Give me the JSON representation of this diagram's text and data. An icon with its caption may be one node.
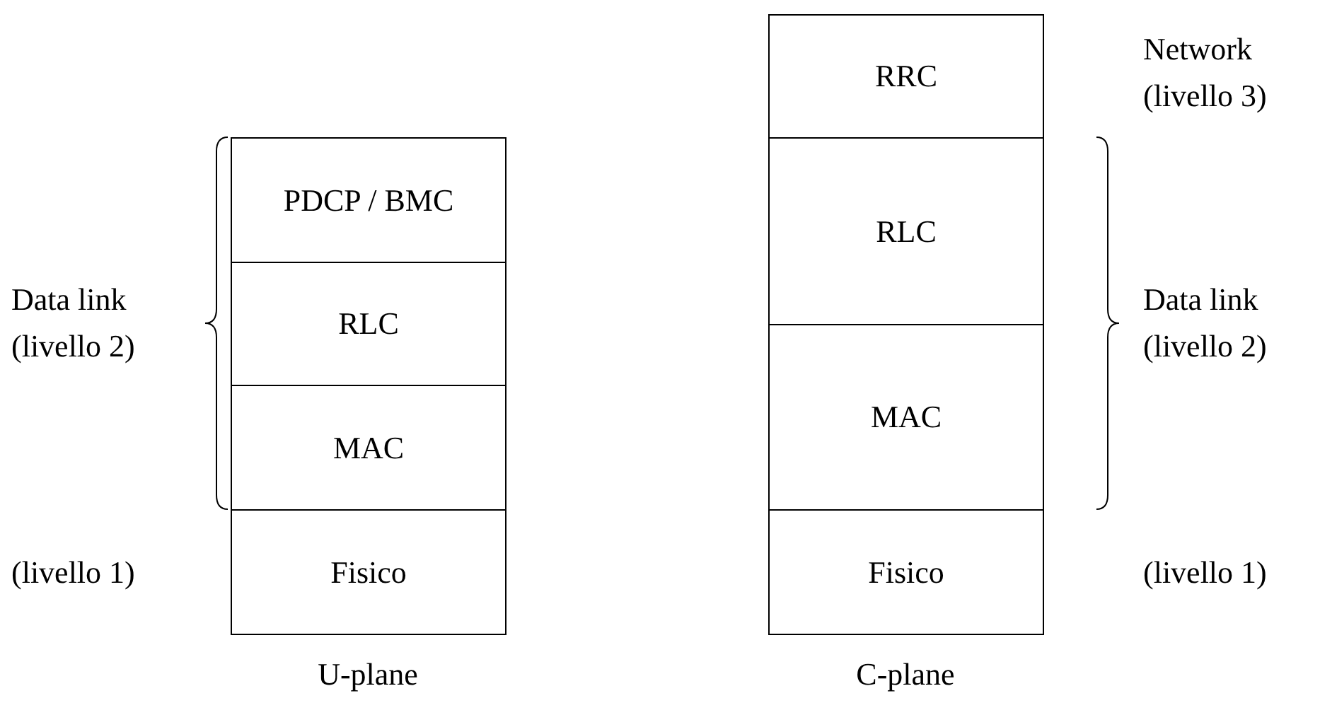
{
  "diagram": {
    "nodes": [
      {
        "text": [
          "PDCP / BMC"
        ]
      },
      {
        "text": [
          "RLC"
        ]
      },
      {
        "text": [
          "MAC"
        ]
      },
      {
        "text": [
          "Fisico"
        ]
      },
      {
        "text": [
          "RRC"
        ]
      },
      {
        "text": [
          "RLC"
        ]
      },
      {
        "text": [
          "MAC"
        ]
      },
      {
        "text": [
          "Fisico"
        ]
      }
    ],
    "edges": [],
    "labels": [
      "Network (livello 3)",
      "Data link (livello 2)",
      "Data link (livello 2)",
      "(livello 1)",
      "(livello 1)",
      "U-plane",
      "C-plane"
    ]
  }
}
